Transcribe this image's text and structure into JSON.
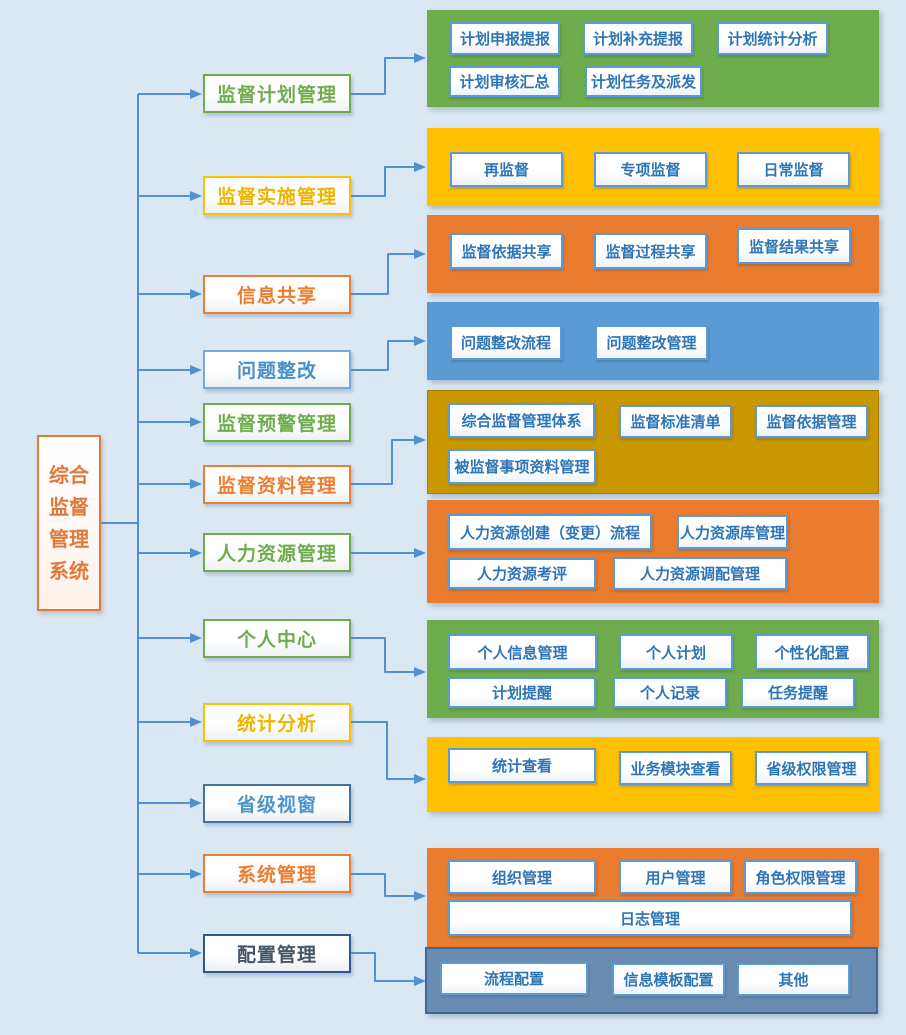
{
  "root": {
    "label": "综合\n监督\n管理\n系统"
  },
  "categories": [
    {
      "label": "监督计划管理",
      "color": "green"
    },
    {
      "label": "监督实施管理",
      "color": "yellow"
    },
    {
      "label": "信息共享",
      "color": "orange"
    },
    {
      "label": "问题整改",
      "color": "blue"
    },
    {
      "label": "监督预警管理",
      "color": "green"
    },
    {
      "label": "监督资料管理",
      "color": "orange"
    },
    {
      "label": "人力资源管理",
      "color": "green"
    },
    {
      "label": "个人中心",
      "color": "green"
    },
    {
      "label": "统计分析",
      "color": "yellow"
    },
    {
      "label": "省级视窗",
      "color": "steel-blue"
    },
    {
      "label": "系统管理",
      "color": "orange"
    },
    {
      "label": "配置管理",
      "color": "navy"
    }
  ],
  "panels": [
    {
      "color": "green",
      "buttons": [
        "计划申报提报",
        "计划补充提报",
        "计划统计分析",
        "计划审核汇总",
        "计划任务及派发"
      ]
    },
    {
      "color": "yellow",
      "buttons": [
        "再监督",
        "专项监督",
        "日常监督"
      ]
    },
    {
      "color": "orange",
      "buttons": [
        "监督依据共享",
        "监督过程共享",
        "监督结果共享"
      ]
    },
    {
      "color": "blue",
      "buttons": [
        "问题整改流程",
        "问题整改管理"
      ]
    },
    {
      "color": "gold",
      "buttons": [
        "综合监督管理体系",
        "监督标准清单",
        "监督依据管理",
        "被监督事项资料管理"
      ]
    },
    {
      "color": "orange",
      "buttons": [
        "人力资源创建（变更）流程",
        "人力资源库管理",
        "人力资源考评",
        "人力资源调配管理"
      ]
    },
    {
      "color": "green",
      "buttons": [
        "个人信息管理",
        "个人计划",
        "个性化配置",
        "计划提醒",
        "个人记录",
        "任务提醒"
      ]
    },
    {
      "color": "yellow",
      "buttons": [
        "统计查看",
        "业务模块查看",
        "省级权限管理"
      ]
    },
    {
      "color": "orange",
      "buttons": [
        "组织管理",
        "用户管理",
        "角色权限管理",
        "日志管理"
      ]
    },
    {
      "color": "steel-blue",
      "buttons": [
        "流程配置",
        "信息模板配置",
        "其他"
      ]
    }
  ],
  "palette": {
    "green": "#6FAC4D",
    "yellow": "#FFC003",
    "orange": "#E97C2E",
    "blue": "#5B9BD5",
    "gold": "#C99700",
    "steel_blue": "#6B8CB1",
    "navy": "#2F5597",
    "connector": "#5390CF",
    "button_border": "#5B9BD5",
    "button_text": "#2E75B6",
    "background": "#DAE8F4"
  }
}
